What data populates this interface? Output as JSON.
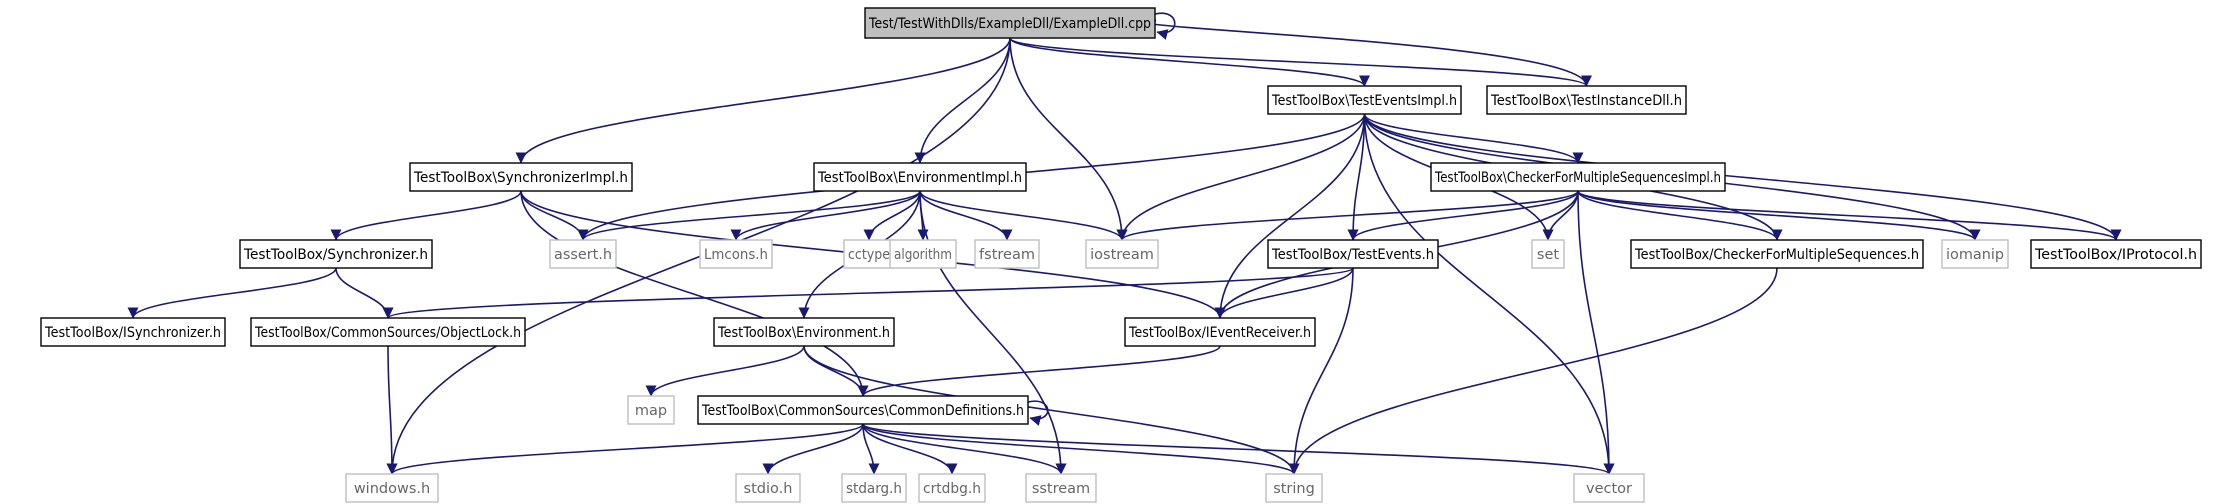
{
  "colors": {
    "edge": "#191970",
    "root_fill": "#bfbfbf",
    "node_fill": "#ffffff",
    "ext_border": "#bfbfbf"
  },
  "nodes": {
    "root": {
      "label": "Test/TestWithDlls/ExampleDll/ExampleDll.cpp",
      "kind": "root"
    },
    "testEventsImpl": {
      "label": "TestToolBox\\TestEventsImpl.h",
      "kind": "local"
    },
    "testInstanceDll": {
      "label": "TestToolBox\\TestInstanceDll.h",
      "kind": "local"
    },
    "synchronizerImpl": {
      "label": "TestToolBox\\SynchronizerImpl.h",
      "kind": "local"
    },
    "environmentImpl": {
      "label": "TestToolBox\\EnvironmentImpl.h",
      "kind": "local"
    },
    "checkerImpl": {
      "label": "TestToolBox\\CheckerForMultipleSequencesImpl.h",
      "kind": "local"
    },
    "synchronizer": {
      "label": "TestToolBox/Synchronizer.h",
      "kind": "local"
    },
    "assert": {
      "label": "assert.h",
      "kind": "external"
    },
    "lmcons": {
      "label": "Lmcons.h",
      "kind": "external"
    },
    "cctype": {
      "label": "cctype",
      "kind": "external"
    },
    "algorithm": {
      "label": "algorithm",
      "kind": "external"
    },
    "fstream": {
      "label": "fstream",
      "kind": "external"
    },
    "iostream": {
      "label": "iostream",
      "kind": "external"
    },
    "testEvents": {
      "label": "TestToolBox/TestEvents.h",
      "kind": "local"
    },
    "set": {
      "label": "set",
      "kind": "external"
    },
    "checker": {
      "label": "TestToolBox/CheckerForMultipleSequences.h",
      "kind": "local"
    },
    "iomanip": {
      "label": "iomanip",
      "kind": "external"
    },
    "iprotocol": {
      "label": "TestToolBox/IProtocol.h",
      "kind": "local"
    },
    "isynchronizer": {
      "label": "TestToolBox/ISynchronizer.h",
      "kind": "local"
    },
    "objectLock": {
      "label": "TestToolBox/CommonSources/ObjectLock.h",
      "kind": "local"
    },
    "environment": {
      "label": "TestToolBox\\Environment.h",
      "kind": "local"
    },
    "ieventReceiver": {
      "label": "TestToolBox/IEventReceiver.h",
      "kind": "local"
    },
    "map": {
      "label": "map",
      "kind": "external"
    },
    "commonDefs": {
      "label": "TestToolBox\\CommonSources\\CommonDefinitions.h",
      "kind": "local"
    },
    "windows": {
      "label": "windows.h",
      "kind": "external"
    },
    "stdio": {
      "label": "stdio.h",
      "kind": "external"
    },
    "stdarg": {
      "label": "stdarg.h",
      "kind": "external"
    },
    "crtdbg": {
      "label": "crtdbg.h",
      "kind": "external"
    },
    "sstream": {
      "label": "sstream",
      "kind": "external"
    },
    "string": {
      "label": "string",
      "kind": "external"
    },
    "vector": {
      "label": "vector",
      "kind": "external"
    }
  },
  "edges": [
    [
      "root",
      "root"
    ],
    [
      "root",
      "testEventsImpl"
    ],
    [
      "root",
      "testInstanceDll"
    ],
    [
      "root",
      "synchronizerImpl"
    ],
    [
      "root",
      "environmentImpl"
    ],
    [
      "root",
      "iostream"
    ],
    [
      "root",
      "windows"
    ],
    [
      "testInstanceDll",
      "root"
    ],
    [
      "testEventsImpl",
      "assert"
    ],
    [
      "testEventsImpl",
      "iostream"
    ],
    [
      "testEventsImpl",
      "checkerImpl"
    ],
    [
      "testEventsImpl",
      "testEvents"
    ],
    [
      "testEventsImpl",
      "set"
    ],
    [
      "testEventsImpl",
      "checker"
    ],
    [
      "testEventsImpl",
      "iomanip"
    ],
    [
      "testEventsImpl",
      "iprotocol"
    ],
    [
      "testEventsImpl",
      "ieventReceiver"
    ],
    [
      "testEventsImpl",
      "vector"
    ],
    [
      "synchronizerImpl",
      "synchronizer"
    ],
    [
      "synchronizerImpl",
      "assert"
    ],
    [
      "synchronizerImpl",
      "ieventReceiver"
    ],
    [
      "synchronizerImpl",
      "commonDefs"
    ],
    [
      "environmentImpl",
      "assert"
    ],
    [
      "environmentImpl",
      "lmcons"
    ],
    [
      "environmentImpl",
      "cctype"
    ],
    [
      "environmentImpl",
      "algorithm"
    ],
    [
      "environmentImpl",
      "fstream"
    ],
    [
      "environmentImpl",
      "iostream"
    ],
    [
      "environmentImpl",
      "environment"
    ],
    [
      "environmentImpl",
      "sstream"
    ],
    [
      "checkerImpl",
      "iostream"
    ],
    [
      "checkerImpl",
      "testEvents"
    ],
    [
      "checkerImpl",
      "set"
    ],
    [
      "checkerImpl",
      "checker"
    ],
    [
      "checkerImpl",
      "iomanip"
    ],
    [
      "checkerImpl",
      "iprotocol"
    ],
    [
      "checkerImpl",
      "ieventReceiver"
    ],
    [
      "checkerImpl",
      "vector"
    ],
    [
      "synchronizer",
      "isynchronizer"
    ],
    [
      "synchronizer",
      "objectLock"
    ],
    [
      "testEvents",
      "objectLock"
    ],
    [
      "testEvents",
      "ieventReceiver"
    ],
    [
      "testEvents",
      "string"
    ],
    [
      "checker",
      "string"
    ],
    [
      "objectLock",
      "windows"
    ],
    [
      "environment",
      "map"
    ],
    [
      "environment",
      "commonDefs"
    ],
    [
      "environment",
      "string"
    ],
    [
      "ieventReceiver",
      "commonDefs"
    ],
    [
      "commonDefs",
      "commonDefs"
    ],
    [
      "commonDefs",
      "windows"
    ],
    [
      "commonDefs",
      "stdio"
    ],
    [
      "commonDefs",
      "stdarg"
    ],
    [
      "commonDefs",
      "crtdbg"
    ],
    [
      "commonDefs",
      "sstream"
    ],
    [
      "commonDefs",
      "string"
    ],
    [
      "commonDefs",
      "vector"
    ]
  ]
}
